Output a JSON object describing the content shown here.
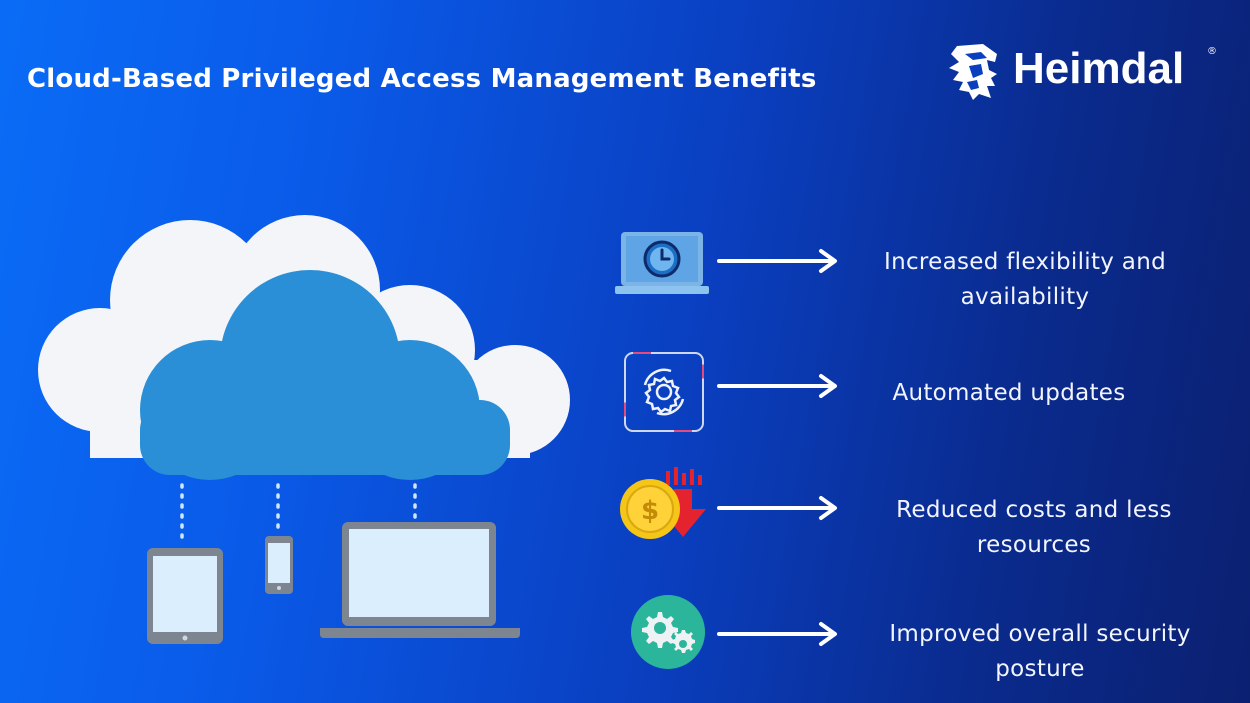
{
  "header": {
    "title": "Cloud-Based Privileged Access Management Benefits"
  },
  "brand": {
    "name": "Heimdal",
    "registered_mark": "®",
    "logo_icon": "warrior-head-icon"
  },
  "benefits": [
    {
      "label": "Increased flexibility and availability",
      "icon": "laptop-clock-icon"
    },
    {
      "label": "Automated updates",
      "icon": "gear-refresh-icon"
    },
    {
      "label": "Reduced costs and less resources",
      "icon": "coin-down-arrow-icon"
    },
    {
      "label": "Improved overall security posture",
      "icon": "gears-circle-icon"
    }
  ],
  "colors": {
    "background_left": "#0a6cf6",
    "background_right": "#0b2070",
    "cloud_front": "#2a8fd6",
    "cloud_back": "#f3f5f8",
    "device_frame": "#7d8590",
    "device_screen": "#dbeefe",
    "coin": "#f5c518",
    "down_arrow": "#e5232f",
    "gear_circle": "#2bb59a"
  }
}
